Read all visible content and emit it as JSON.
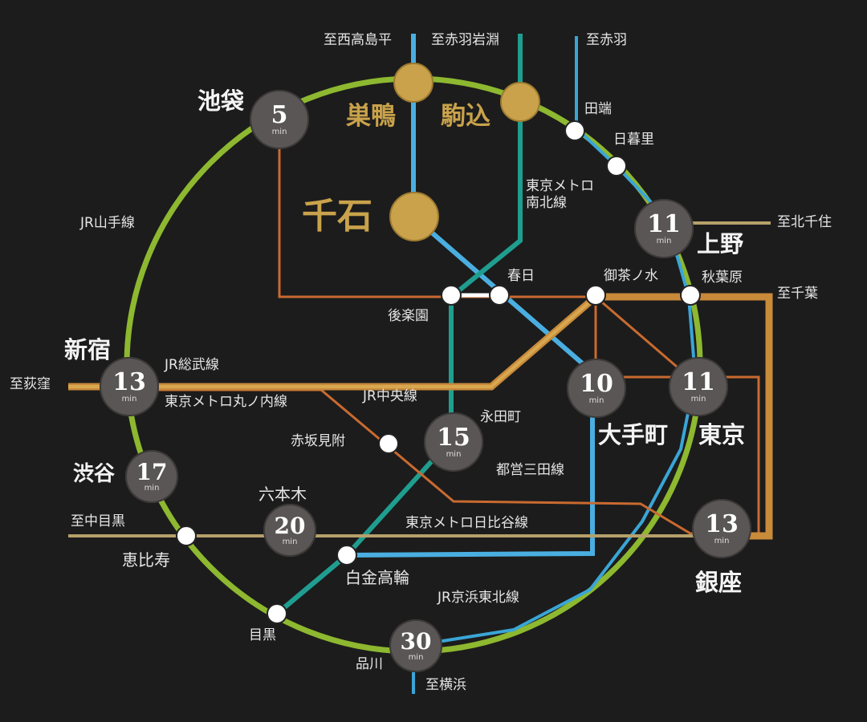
{
  "stations": {
    "ikebukuro": {
      "name": "池袋",
      "min": "5"
    },
    "sugamo": {
      "name": "巣鴨"
    },
    "komagome": {
      "name": "駒込"
    },
    "sengoku": {
      "name": "千石"
    },
    "tabata": {
      "name": "田端"
    },
    "nippori": {
      "name": "日暮里"
    },
    "ueno": {
      "name": "上野",
      "min": "11"
    },
    "akihabara": {
      "name": "秋葉原"
    },
    "kasuga": {
      "name": "春日"
    },
    "korakuen": {
      "name": "後楽園"
    },
    "ochanomizu": {
      "name": "御茶ノ水"
    },
    "shinjuku": {
      "name": "新宿",
      "min": "13"
    },
    "otemachi": {
      "name": "大手町",
      "min": "10"
    },
    "tokyo": {
      "name": "東京",
      "min": "11"
    },
    "nagatacho": {
      "name": "永田町",
      "min": "15"
    },
    "akasakamitsuke": {
      "name": "赤坂見附"
    },
    "shibuya": {
      "name": "渋谷",
      "min": "17"
    },
    "roppongi": {
      "name": "六本木",
      "min": "20"
    },
    "ebisu": {
      "name": "恵比寿"
    },
    "shirokanetakanawa": {
      "name": "白金高輪"
    },
    "ginza": {
      "name": "銀座",
      "min": "13"
    },
    "meguro": {
      "name": "目黒"
    },
    "shinagawa": {
      "name": "品川",
      "min": "30"
    }
  },
  "min_unit": "min",
  "lines": {
    "yamanote": "JR山手線",
    "sobu": "JR総武線",
    "marunouchi": "東京メトロ丸ノ内線",
    "chuo": "JR中央線",
    "namboku": "東京メトロ\n南北線",
    "mita": "都営三田線",
    "hibiya": "東京メトロ日比谷線",
    "keihin": "JR京浜東北線"
  },
  "directions": {
    "nishitakashimadaira": "至西高島平",
    "akabaneiwabuchi": "至赤羽岩淵",
    "akabane": "至赤羽",
    "kitasenju": "至北千住",
    "chiba": "至千葉",
    "ogikubo": "至荻窪",
    "nakameguro": "至中目黒",
    "yokohama": "至横浜"
  },
  "colors": {
    "background": "#1c1c1c",
    "yamanote": "#8db830",
    "keihin": "#3aa5d6",
    "mita": "#4aaee0",
    "namboku": "#1f9e90",
    "marunouchi": "#c96a30",
    "sobu": "#c9ab4a",
    "hibiya": "#b5a06a",
    "gold": "#c9a24b"
  }
}
